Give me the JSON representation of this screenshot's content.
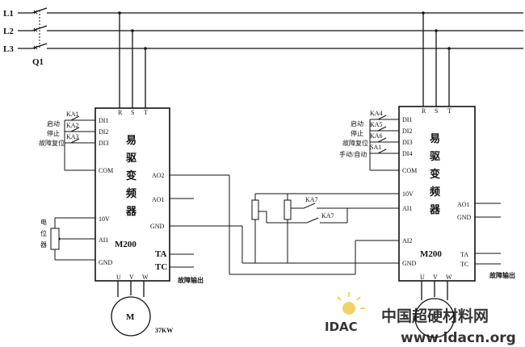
{
  "lines": {
    "l1": "L1",
    "l2": "L2",
    "l3": "L3",
    "breaker": "Q1"
  },
  "left_inverter": {
    "model": "M200",
    "title_chars": [
      "易",
      "驱",
      "变",
      "频",
      "器"
    ],
    "top_pins": [
      "R",
      "S",
      "T"
    ],
    "inputs": [
      "DI1",
      "DI2",
      "DI3",
      "COM"
    ],
    "relays": [
      "KA1",
      "KA2",
      "KA3"
    ],
    "functions": [
      "启动",
      "停止",
      "故障复位"
    ],
    "analog": [
      "10V",
      "AI1",
      "GND"
    ],
    "outputs": [
      "AO2",
      "AO1",
      "GND",
      "TA",
      "TC"
    ],
    "bottom_pins": [
      "U",
      "V",
      "W"
    ],
    "fault_label": "故障输出",
    "pot_label": [
      "电",
      "位",
      "器"
    ],
    "motor_letter": "M",
    "motor_power": "37KW"
  },
  "right_inverter": {
    "model": "M200",
    "title_chars": [
      "易",
      "驱",
      "变",
      "频",
      "器"
    ],
    "top_pins": [
      "R",
      "S",
      "T"
    ],
    "inputs": [
      "DI1",
      "DI2",
      "DI3",
      "DI4",
      "COM"
    ],
    "relays": [
      "KA4",
      "KA5",
      "KA6",
      "SA1"
    ],
    "functions": [
      "启动",
      "停止",
      "故障复位",
      "手动/自动"
    ],
    "analog": [
      "10V",
      "AI1",
      "AI2",
      "GND"
    ],
    "outputs": [
      "AO1",
      "GND",
      "TA",
      "TC"
    ],
    "bottom_pins": [
      "U",
      "V",
      "W"
    ],
    "fault_label": "故障输出"
  },
  "middle": {
    "ka7_upper": "KA7",
    "ka7_lower": "KA7"
  },
  "watermark": {
    "logo": "IDAC",
    "site_cn": "中国超硬材料网",
    "site_url": "www.idacn.org"
  }
}
